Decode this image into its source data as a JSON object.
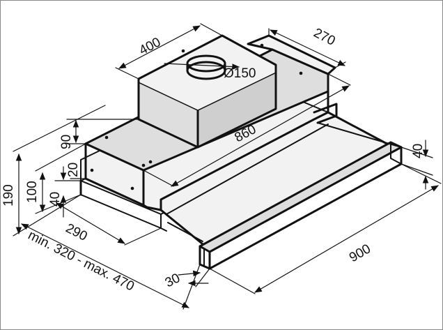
{
  "diagram": {
    "dimensions": {
      "width_top": "400",
      "depth_top": "270",
      "duct_diameter": "Ø150",
      "width_body": "860",
      "motor_height": "90",
      "total_height": "190",
      "body_height": "100",
      "front_panel": "40",
      "front_panel_height": "40",
      "step": "20",
      "depth_base": "290",
      "slide_range": "min. 320 - max. 470",
      "front_width": "900",
      "front_depth": "30"
    },
    "colors": {
      "line": "#111111",
      "background": "#ffffff",
      "face_light": "#f2f2f2",
      "face_mid": "#dedede"
    }
  }
}
